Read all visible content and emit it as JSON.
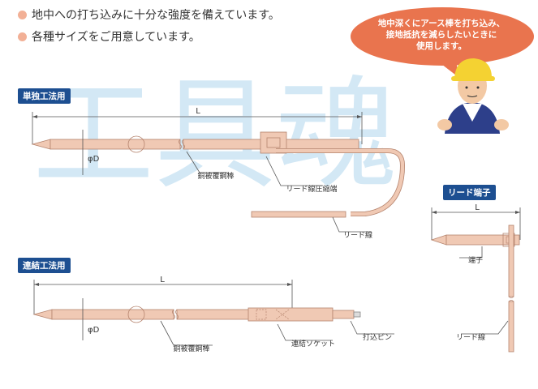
{
  "bullets": [
    "地中への打ち込みに十分な強度を備えています。",
    "各種サイズをご用意しています。"
  ],
  "bubble": {
    "lines": [
      "地中深くにアース棒を打ち込み、",
      "接地抵抗を減らしたいときに",
      "使用します。"
    ]
  },
  "watermark": "工具魂",
  "sections": {
    "single": {
      "label": "単独工法用",
      "dim_L": "L",
      "dim_D": "φD",
      "callout_rod": "銅被覆鋼棒",
      "callout_crimp": "リード線圧縮端",
      "callout_lead": "リード線"
    },
    "joint": {
      "label": "連結工法用",
      "dim_L": "L",
      "dim_D": "φD",
      "callout_rod": "銅被覆鋼棒",
      "callout_socket": "連結ソケット",
      "callout_pin": "打込ピン"
    },
    "terminal": {
      "label": "リード端子",
      "dim_L": "L",
      "callout_terminal": "端子",
      "callout_lead": "リード線"
    }
  },
  "colors": {
    "copper": "#f0c9b4",
    "copper_edge": "#b5846e",
    "label_bg": "#1d4f91",
    "bubble": "#e9744e",
    "watermark": "#d3e8f5",
    "helmet": "#f4d232"
  }
}
